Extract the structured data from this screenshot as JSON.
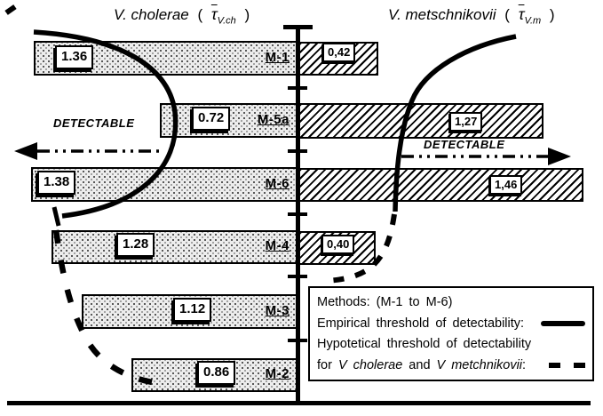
{
  "chart_data": {
    "type": "bar",
    "orientation": "bidirectional-horizontal",
    "title_left": "V. cholerae ( τ̄ V.ch )",
    "title_right": "V. metschnikovii ( τ̄ V.m )",
    "categories": [
      "M-1",
      "M-5a",
      "M-6",
      "M-4",
      "M-3",
      "M-2"
    ],
    "series": [
      {
        "name": "V. cholerae (τ̄ V.ch)",
        "side": "left",
        "values": [
          1.36,
          0.72,
          1.38,
          1.28,
          1.12,
          0.86
        ],
        "labels": [
          "1.36",
          "0.72",
          "1.38",
          "1.28",
          "1.12",
          "0.86"
        ]
      },
      {
        "name": "V. metschnikovii (τ̄ V.m)",
        "side": "right",
        "values": [
          0.42,
          1.27,
          1.46,
          0.4,
          null,
          null
        ],
        "labels": [
          "0,42",
          "1,27",
          "1,46",
          "0,40",
          null,
          null
        ]
      }
    ],
    "axis": {
      "center_divider": true,
      "numeric_ticks_labeled": false,
      "baseline": true
    },
    "legend_position": "bottom-right",
    "grid": false
  },
  "titles": {
    "left_name": "V. cholerae",
    "right_name": "V. metschnikovii",
    "open": "(",
    "tau": "τ",
    "left_sub": "V.ch",
    "right_sub": "V.m",
    "close": ")"
  },
  "annotations": {
    "detectable_left": "DETECTABLE",
    "detectable_right": "DETECTABLE"
  },
  "legend": {
    "methods": "Methods: (M-1 to M-6)",
    "empirical": "Empirical threshold of detectability:",
    "hypothetical": "Hypotetical threshold of detectability",
    "hypo_for": "for ",
    "species1": "V cholerae",
    "hypo_and": " and ",
    "species2": "V metchnikovii",
    "hypo_colon": ":"
  }
}
